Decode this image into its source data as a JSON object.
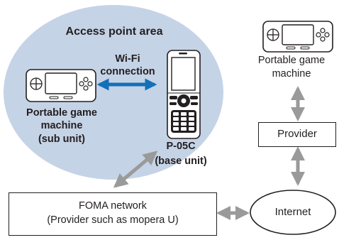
{
  "area": {
    "title": "Access point area"
  },
  "wifi": {
    "line1": "Wi-Fi",
    "line2": "connection"
  },
  "sub_unit": {
    "line1": "Portable game",
    "line2": "machine",
    "line3": "(sub unit)"
  },
  "base_unit": {
    "line1": "P-05C",
    "line2": "(base unit)"
  },
  "right_device": {
    "line1": "Portable game",
    "line2": "machine"
  },
  "provider": {
    "label": "Provider"
  },
  "foma": {
    "line1": "FOMA network",
    "line2": "(Provider such as mopera U)"
  },
  "internet": {
    "label": "Internet"
  },
  "colors": {
    "area_fill": "#c5d3e6",
    "wifi_arrow": "#1470b8",
    "gray_arrow": "#9a9a9a",
    "outline": "#231f20"
  }
}
